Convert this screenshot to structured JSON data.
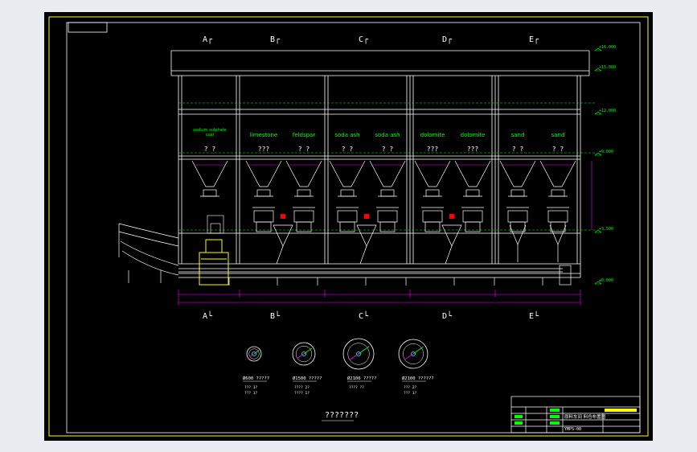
{
  "colors": {
    "background": "#000000",
    "frame": "#ffff00",
    "structure": "#ffffff",
    "material_label": "#00ff00",
    "dimension": "#ff00ff",
    "elevation": "#00ff00",
    "accent": "#ff0000",
    "cyan": "#00ffff"
  },
  "sections": {
    "top": [
      "A┌",
      "B┌",
      "C┌",
      "D┌",
      "E┌"
    ],
    "bottom": [
      "A└",
      "B└",
      "C└",
      "D└",
      "E└"
    ]
  },
  "elevations": [
    "+16.000",
    "+15.000",
    "+12.000",
    "+9.000",
    "+3.500",
    "±0.000"
  ],
  "bins": [
    {
      "label": "sodium sulphate coal",
      "qty": "? ?"
    },
    {
      "label": "limestone",
      "qty": "???"
    },
    {
      "label": "feldspar",
      "qty": "? ?"
    },
    {
      "label": "soda ash",
      "qty": "? ?"
    },
    {
      "label": "soda ash",
      "qty": "? ?"
    },
    {
      "label": "dolomite",
      "qty": "???"
    },
    {
      "label": "dolomite",
      "qty": "???"
    },
    {
      "label": "sand",
      "qty": "? ?"
    },
    {
      "label": "sand",
      "qty": "? ?"
    }
  ],
  "details": [
    {
      "title": "Ø600 ?????",
      "line1": "??? 1?",
      "line2": "??? 1?"
    },
    {
      "title": "Ø1500 ?????",
      "line1": "???? 2?",
      "line2": "???? 1?"
    },
    {
      "title": "Ø2100 ?????",
      "line1": "???? ??",
      "line2": ""
    },
    {
      "title": "Ø2100 ??????",
      "line1": "??? 2?",
      "line2": "??? 1?"
    }
  ],
  "drawing_title": "???????",
  "title_block": {
    "row1": "原料车间 料仓布置图",
    "row2": "YMPS-00"
  }
}
